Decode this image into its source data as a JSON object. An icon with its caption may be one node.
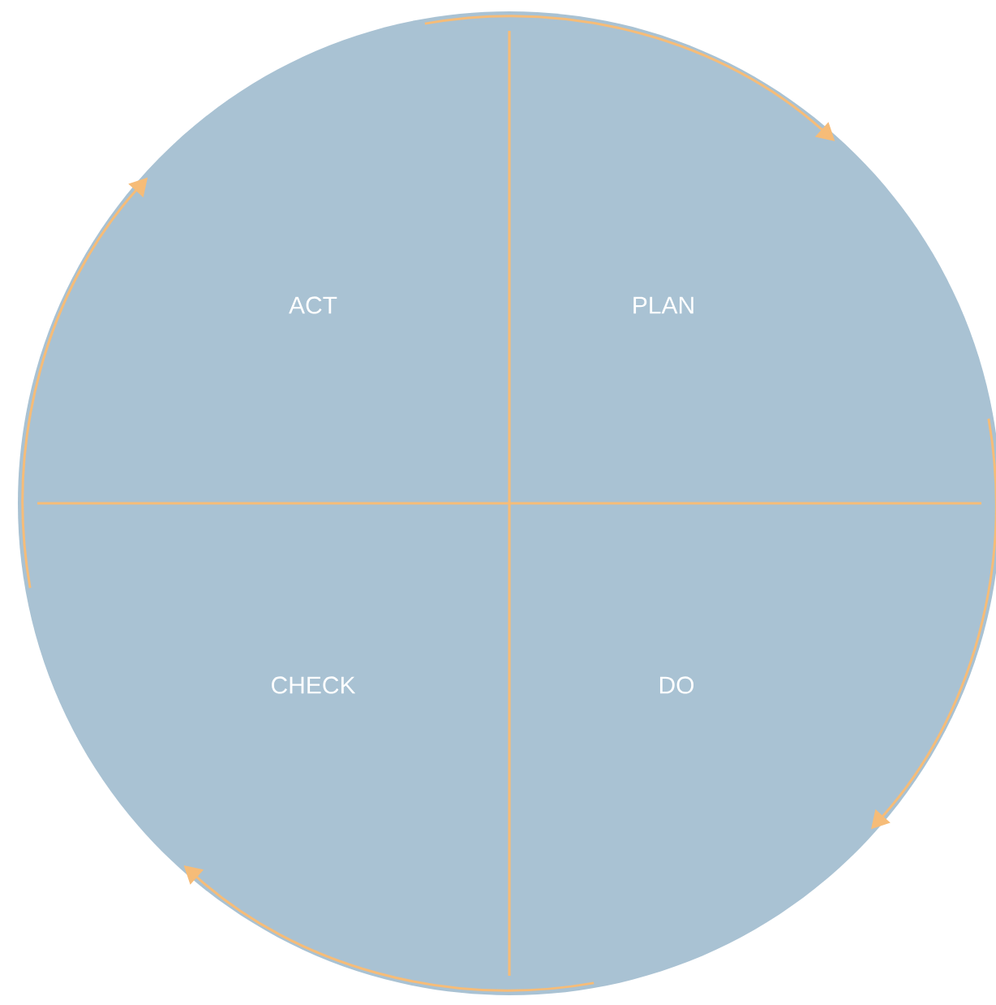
{
  "diagram": {
    "nodes": [
      {
        "text": [
          "ACT"
        ]
      },
      {
        "text": [
          "PLAN"
        ]
      },
      {
        "text": [
          "CHECK"
        ]
      },
      {
        "text": [
          "DO"
        ]
      }
    ],
    "edges": [
      {
        "from": 0,
        "to": 1,
        "arrow": "to"
      },
      {
        "from": 1,
        "to": 3,
        "arrow": "to"
      },
      {
        "from": 3,
        "to": 2,
        "arrow": "to"
      },
      {
        "from": 2,
        "to": 0,
        "arrow": "to"
      }
    ]
  }
}
